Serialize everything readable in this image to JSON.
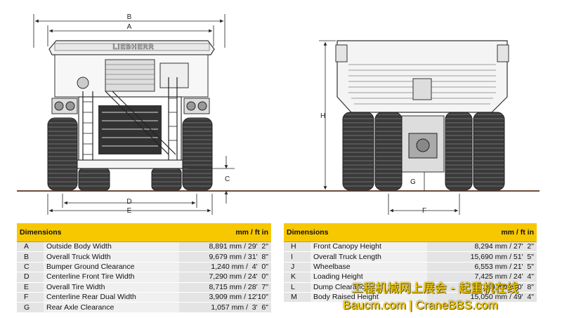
{
  "drawing": {
    "brand_text": "LIEBHERR",
    "dimension_labels": {
      "A": "A",
      "B": "B",
      "C": "C",
      "D": "D",
      "E": "E",
      "F": "F",
      "G": "G",
      "H": "H"
    }
  },
  "table_left": {
    "header_label": "Dimensions",
    "header_units": "mm / ft  in",
    "rows": [
      {
        "code": "A",
        "desc": "Outside Body Width",
        "value": "8,891 mm / 29'  2\""
      },
      {
        "code": "B",
        "desc": "Overall Truck Width",
        "value": "9,679 mm / 31'  8\""
      },
      {
        "code": "C",
        "desc": "Bumper Ground Clearance",
        "value": "1,240 mm /  4'  0\""
      },
      {
        "code": "D",
        "desc": "Centerline Front Tire Width",
        "value": "7,290 mm / 24'  0\""
      },
      {
        "code": "E",
        "desc": "Overall Tire Width",
        "value": "8,715 mm / 28'  7\""
      },
      {
        "code": "F",
        "desc": "Centerline Rear Dual Width",
        "value": "3,909 mm / 12'10\""
      },
      {
        "code": "G",
        "desc": "Rear Axle Clearance",
        "value": "1,057 mm /  3'  6\""
      }
    ]
  },
  "table_right": {
    "header_label": "Dimensions",
    "header_units": "mm / ft  in",
    "rows": [
      {
        "code": "H",
        "desc": "Front Canopy Height",
        "value": "8,294 mm / 27'  2\""
      },
      {
        "code": "I",
        "desc": "Overall Truck Length",
        "value": "15,690 mm / 51'  5\""
      },
      {
        "code": "J",
        "desc": "Wheelbase",
        "value": "6,553 mm / 21'  5\""
      },
      {
        "code": "K",
        "desc": "Loading Height",
        "value": "7,425 mm / 24'  4\""
      },
      {
        "code": "L",
        "desc": "Dump Clearance",
        "value": "249 mm /  0'  8\""
      },
      {
        "code": "M",
        "desc": "Body Raised Height",
        "value": "15,050 mm / 49'  4\""
      }
    ]
  },
  "watermark": {
    "line1": "工程机械网上展会 - 起重机在线",
    "line2": "Baucm.com | CraneBBS.com"
  }
}
